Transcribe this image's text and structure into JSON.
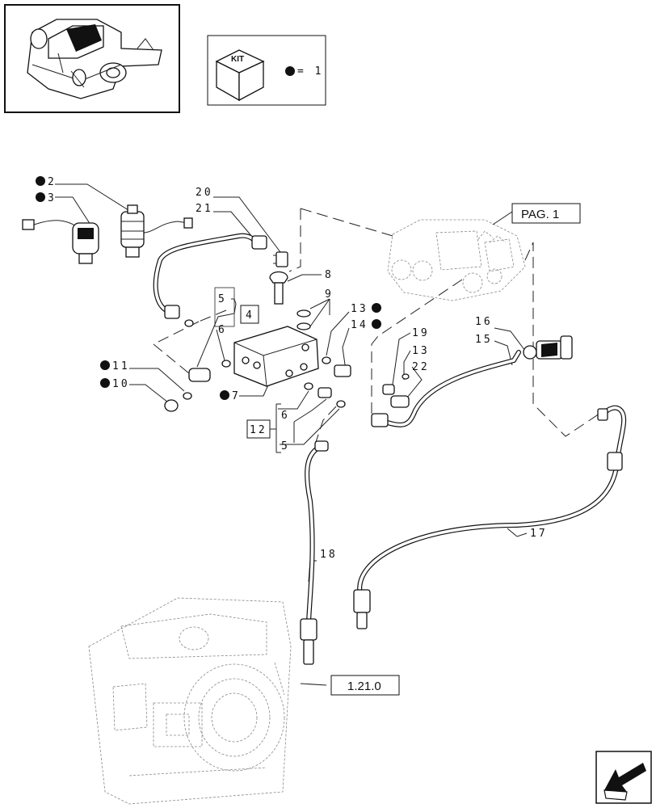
{
  "kit": {
    "badge": "KIT",
    "legend_qty": "= 1"
  },
  "references": {
    "pag": "PAG. 1",
    "section": "1.21.0"
  },
  "callouts": [
    {
      "id": "c2",
      "text": "2",
      "dot": true
    },
    {
      "id": "c3",
      "text": "3",
      "dot": true
    },
    {
      "id": "c20",
      "text": "20",
      "dot": false
    },
    {
      "id": "c21",
      "text": "21",
      "dot": false
    },
    {
      "id": "c8",
      "text": "8",
      "dot": false
    },
    {
      "id": "c9",
      "text": "9",
      "dot": false
    },
    {
      "id": "c13a",
      "text": "13",
      "dot": true
    },
    {
      "id": "c14",
      "text": "14",
      "dot": true
    },
    {
      "id": "c5a",
      "text": "5",
      "dot": false
    },
    {
      "id": "c4",
      "text": "4",
      "dot": false,
      "boxed": true
    },
    {
      "id": "c6a",
      "text": "6",
      "dot": false
    },
    {
      "id": "c11",
      "text": "11",
      "dot": true
    },
    {
      "id": "c10",
      "text": "10",
      "dot": true
    },
    {
      "id": "c7",
      "text": "7",
      "dot": true
    },
    {
      "id": "c12",
      "text": "12",
      "dot": false,
      "boxed": true
    },
    {
      "id": "c6b",
      "text": "6",
      "dot": false
    },
    {
      "id": "c5b",
      "text": "5",
      "dot": false
    },
    {
      "id": "c19",
      "text": "19",
      "dot": false
    },
    {
      "id": "c13b",
      "text": "13",
      "dot": false
    },
    {
      "id": "c22",
      "text": "22",
      "dot": false
    },
    {
      "id": "c16",
      "text": "16",
      "dot": false
    },
    {
      "id": "c15",
      "text": "15",
      "dot": false
    },
    {
      "id": "c18",
      "text": "18",
      "dot": false
    },
    {
      "id": "c17",
      "text": "17",
      "dot": false
    }
  ],
  "icons": {
    "thumbnail": "hydraulic-lift-thumbnail",
    "kit": "kit-box-icon",
    "nav": "next-page-arrow-icon"
  }
}
